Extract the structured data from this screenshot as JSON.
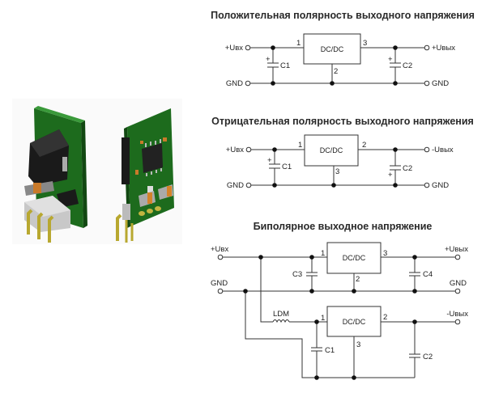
{
  "product_photo": {
    "description": "two 3D renders of a DC/DC converter module on green PCB with 3 bent gold pins",
    "views": [
      "front-view",
      "back-view"
    ]
  },
  "diagrams": [
    {
      "title": "Положительная полярность выходного напряжения",
      "input_label": "+Uвх",
      "gnd_left": "GND",
      "output_label": "+Uвых",
      "gnd_right": "GND",
      "block": "DC/DC",
      "pins": {
        "in": "1",
        "gnd": "2",
        "out": "3"
      },
      "c_in": "C1",
      "c_out": "C2"
    },
    {
      "title": "Отрицательная полярность выходного напряжения",
      "input_label": "+Uвх",
      "gnd_left": "GND",
      "output_label": "-Uвых",
      "gnd_right": "GND",
      "block": "DC/DC",
      "pins": {
        "in": "1",
        "gnd": "3",
        "out": "2"
      },
      "c_in": "C1",
      "c_out": "C2"
    },
    {
      "title": "Биполярное выходное напряжение",
      "input_label": "+Uвх",
      "gnd_left": "GND",
      "upper": {
        "block": "DC/DC",
        "pins": {
          "in": "1",
          "gnd": "2",
          "out": "3"
        },
        "c_in": "C3",
        "c_out": "C4",
        "output_label": "+Uвых",
        "gnd_right": "GND"
      },
      "lower": {
        "block": "DC/DC",
        "pins": {
          "in": "1",
          "gnd": "3",
          "out": "2"
        },
        "inductor": "LDM",
        "c_in": "C1",
        "c_out": "C2",
        "output_label": "-Uвых"
      }
    }
  ],
  "plus_sign": "+"
}
